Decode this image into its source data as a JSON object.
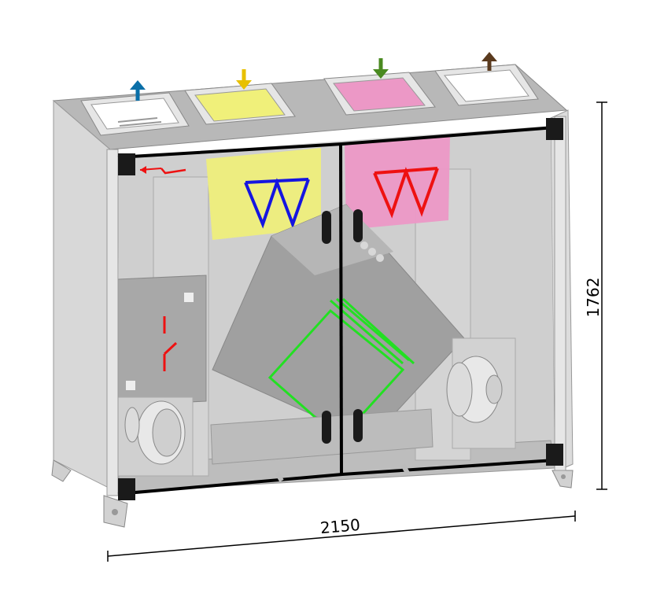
{
  "dimensions": {
    "width_label": "2150",
    "height_label": "1762"
  },
  "colors": {
    "frame": "#c8c8c8",
    "panel": "#a6a6a6",
    "top": "#b4b4b4",
    "supply_air": "#0a6fa8",
    "outdoor_air": "#e8c000",
    "extract_air": "#4a8a20",
    "exhaust_air": "#5a3a1e",
    "supply_filter": "#f0f07a",
    "extract_filter": "#ec98c6",
    "heat_exchanger_symbol": "#22e022",
    "filter_symbol_supply": "#1515e0",
    "filter_symbol_extract": "#ee1111",
    "electrical_symbol": "#ee1111",
    "door_frame": "#000000"
  },
  "airflow_ports": [
    {
      "role": "supply",
      "direction": "up",
      "icon": "arrow-up-icon"
    },
    {
      "role": "outdoor",
      "direction": "down",
      "icon": "arrow-down-icon"
    },
    {
      "role": "extract",
      "direction": "down",
      "icon": "arrow-down-icon"
    },
    {
      "role": "exhaust",
      "direction": "up",
      "icon": "arrow-up-icon"
    }
  ]
}
